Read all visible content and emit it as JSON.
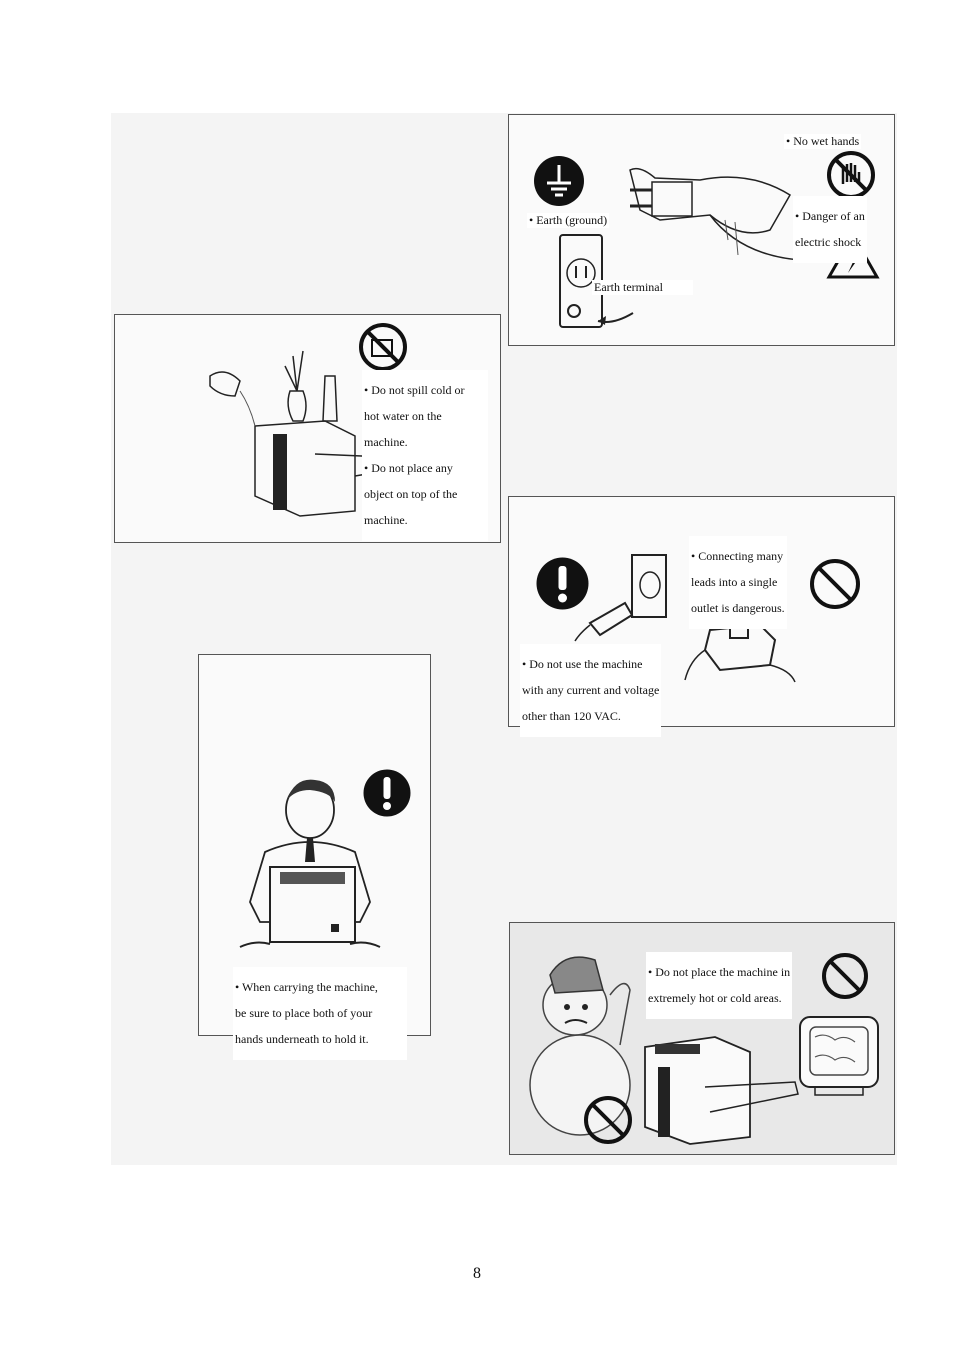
{
  "colors": {
    "ink": "#111111",
    "panel_border": "#555555",
    "scan_bg": "#f4f4f4"
  },
  "panel_grounding": {
    "no_wet_hands": "• No wet hands",
    "earth_ground": "• Earth (ground)",
    "danger_shock_1": "• Danger of an",
    "danger_shock_2": "electric shock",
    "earth_terminal": "Earth terminal",
    "icons": [
      "ground-symbol-icon",
      "no-wet-hands-icon",
      "electric-shock-warning-icon"
    ]
  },
  "panel_spill": {
    "line_1": "• Do not spill cold or",
    "line_2": "hot water on the",
    "line_3": "machine.",
    "line_4": "• Do not place any",
    "line_5": "object on top of the",
    "line_6": "machine.",
    "icons": [
      "no-objects-prohibition-icon"
    ]
  },
  "panel_outlet": {
    "many_leads_1": "• Connecting many",
    "many_leads_2": "leads into a single",
    "many_leads_3": "outlet is dangerous.",
    "voltage_1": "• Do not use the machine",
    "voltage_2": "with any current and voltage",
    "voltage_3": "other than 120 VAC.",
    "icons": [
      "mandatory-exclamation-icon",
      "prohibition-icon"
    ]
  },
  "panel_carry": {
    "line_1": "• When carrying the machine,",
    "line_2": "be sure to place both of your",
    "line_3": "hands underneath to hold it.",
    "icons": [
      "mandatory-exclamation-icon"
    ]
  },
  "panel_temperature": {
    "line_1": "• Do not place the machine in",
    "line_2": "extremely hot or cold areas.",
    "icons": [
      "prohibition-icon",
      "prohibition-icon"
    ]
  },
  "page_number": "8"
}
